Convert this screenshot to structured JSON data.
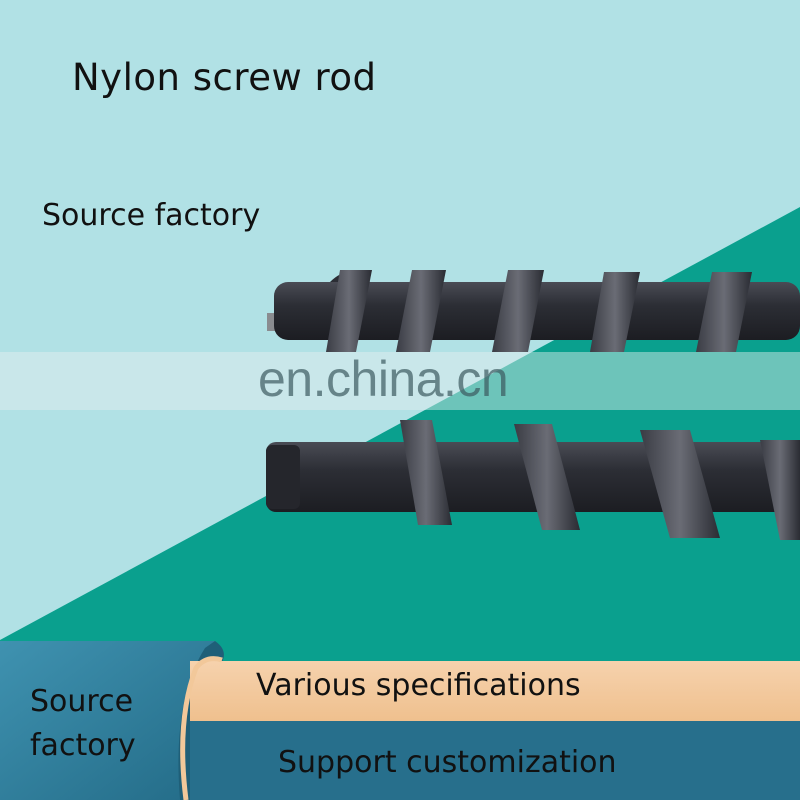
{
  "title": "Nylon screw rod",
  "subtitle": "Source factory",
  "watermark": "en.china.cn",
  "banner": {
    "left_label_line1": "Source",
    "left_label_line2": "factory",
    "feature_1": "Various specifications",
    "feature_2": "Support customization"
  },
  "colors": {
    "background": "#b1e1e5",
    "teal": "#0aa08e",
    "banner_blue": "#2e7b98",
    "banner_peach": "#f2c89a",
    "screw": "#2f3138"
  }
}
